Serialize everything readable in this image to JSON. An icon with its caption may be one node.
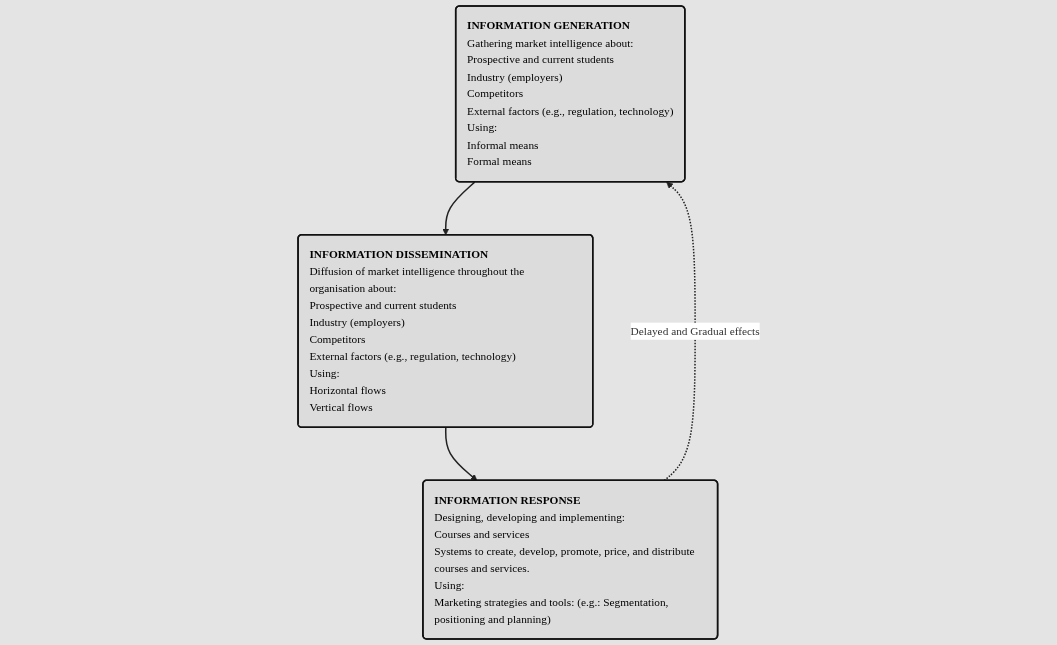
{
  "diagram": {
    "nodes": [
      {
        "text": [
          "INFORMATION GENERATION",
          "Gathering market intelligence about:",
          "Prospective and current students",
          "Industry (employers)",
          "Competitors",
          "External factors (e.g., regulation, technology)",
          "Using:",
          "Informal means",
          "Formal means"
        ]
      },
      {
        "text": [
          "INFORMATION RESPONSE",
          "Designing, developing and implementing:",
          "Courses and services",
          "Systems to create, develop, promote, price, and distribute courses and services.",
          "Using:",
          "Marketing strategies and tools: (e.g.: Segmentation, positioning and planning)"
        ]
      },
      {
        "text": [
          "INFORMATION DISSEMINATION",
          "Diffusion of market intelligence throughout the organisation about:",
          "Prospective and current students",
          "Industry (employers)",
          "Competitors",
          "External factors (e.g., regulation, technology)",
          "Using:",
          "Horizontal flows",
          "Vertical flows"
        ]
      }
    ],
    "edges": [
      {
        "from": 1,
        "to": 0,
        "arrow": "to",
        "label": "Delayed and Gradual effects",
        "style": "dashed"
      },
      {
        "from": 0,
        "to": 2,
        "arrow": "to"
      },
      {
        "from": 2,
        "to": 1,
        "arrow": "to"
      }
    ]
  }
}
